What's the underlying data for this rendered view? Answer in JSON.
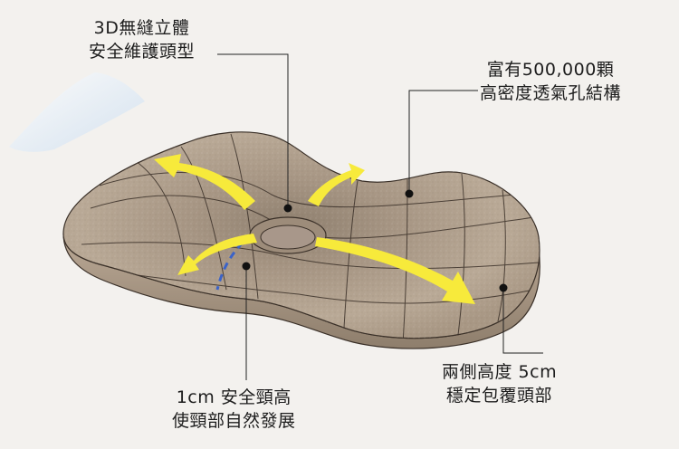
{
  "colors": {
    "background": "#f3f1ee",
    "pillow_fabric": "#b3a290",
    "arrow_yellow": "#f7ea3b",
    "neck_curve_blue": "#3b63c8",
    "callout_line": "#222222"
  },
  "callouts": {
    "top_left": {
      "line1": "3D無縫立體",
      "line2": "安全維護頭型"
    },
    "top_right": {
      "line1": "富有500,000顆",
      "line2": "高密度透氣孔結構"
    },
    "bottom_left": {
      "line1": "1cm 安全頸高",
      "line2": "使頸部自然發展"
    },
    "bottom_right": {
      "line1": "兩側高度 5cm",
      "line2": "穩定包覆頭部"
    }
  }
}
